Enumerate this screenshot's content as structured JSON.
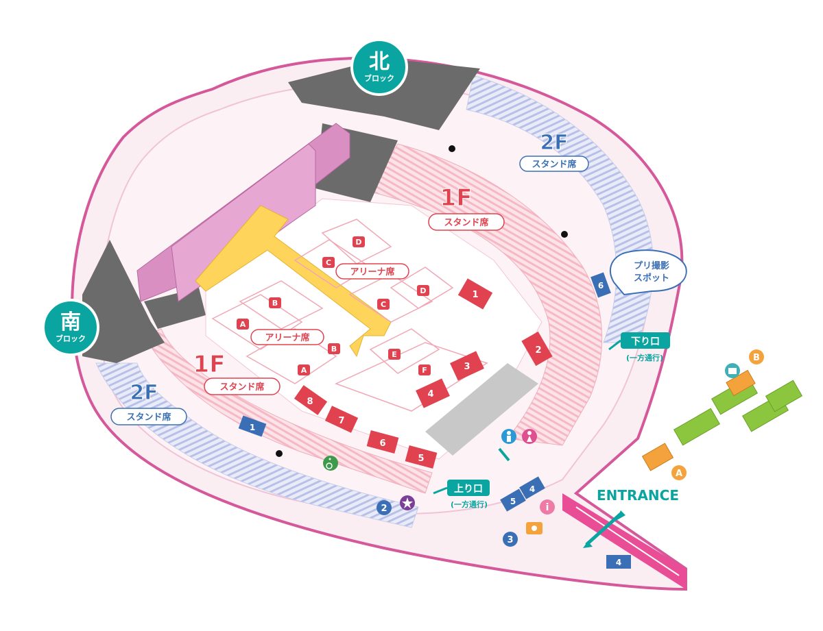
{
  "blocks": {
    "north": {
      "kanji": "北",
      "sub": "ブロック"
    },
    "south": {
      "kanji": "南",
      "sub": "ブロック"
    }
  },
  "floors": {
    "f2_right": {
      "floor": "2F",
      "label": "スタンド席"
    },
    "f1_right": {
      "floor": "1F",
      "label": "スタンド席"
    },
    "f2_left": {
      "floor": "2F",
      "label": "スタンド席"
    },
    "f1_left": {
      "floor": "1F",
      "label": "スタンド席"
    }
  },
  "arena": {
    "label_top": "アリーナ席",
    "label_bottom": "アリーナ席",
    "blocks": [
      "A",
      "A",
      "B",
      "B",
      "C",
      "C",
      "D",
      "D",
      "E",
      "F"
    ]
  },
  "entrances": {
    "down": {
      "title": "下り口",
      "note": "(一方通行)"
    },
    "up": {
      "title": "上り口",
      "note": "(一方通行)"
    },
    "main": "ENTRANCE"
  },
  "photo_spot": "プリ撮影\nスポット",
  "gates_red": [
    "1",
    "2",
    "3",
    "4",
    "5",
    "6",
    "7",
    "8"
  ],
  "gates_blue": [
    "1",
    "2",
    "3",
    "4",
    "4",
    "5",
    "6"
  ],
  "outside": [
    "A",
    "B"
  ],
  "colors": {
    "teal": "#0aa5a0",
    "red_block": "#e0424f",
    "blue_block": "#3b6fb5",
    "stage_pink": "#d98fc2",
    "runway_yellow": "#ffd45a",
    "outer_ring": "#d4589a",
    "green_shop": "#8cc63f",
    "orange_shop": "#f4a23b"
  },
  "icons": [
    "man-icon",
    "woman-icon",
    "wheelchair-icon",
    "info-icon",
    "camera-icon",
    "star-icon",
    "locker-icon"
  ]
}
